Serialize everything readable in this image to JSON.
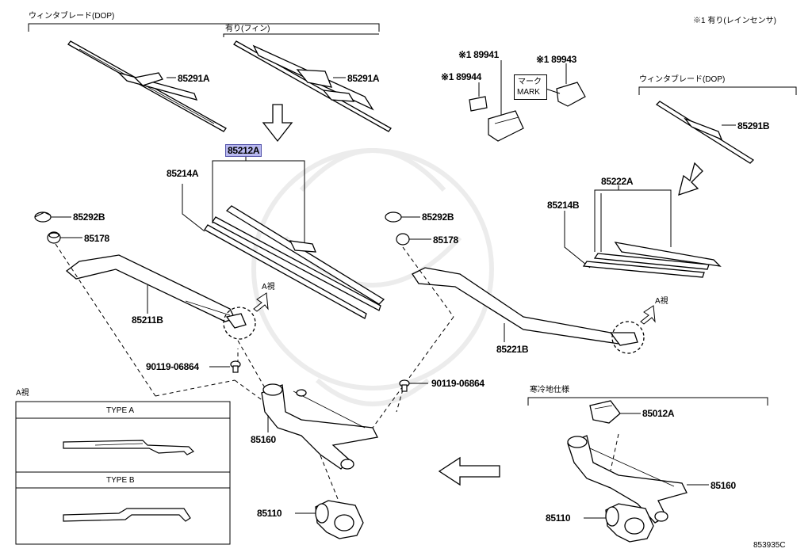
{
  "header": {
    "left_bracket_label": "ウィンタブレード(DOP)",
    "fin_label": "有り(フィン)",
    "note_top_right": "※1 有り(レインセンサ)",
    "right_bracket_label": "ウィンタブレード(DOP)",
    "cold_region_label": "寒冷地仕様"
  },
  "parts": {
    "p85291A_left": "85291A",
    "p85291A_right": "85291A",
    "p85291B": "85291B",
    "p85212A": "85212A",
    "p85214A": "85214A",
    "p85222A": "85222A",
    "p85214B": "85214B",
    "p85292B_left": "85292B",
    "p85178_left": "85178",
    "p85292B_right": "85292B",
    "p85178_right": "85178",
    "p85211B": "85211B",
    "p85221B": "85221B",
    "bolt_left": "90119-06864",
    "bolt_right": "90119-06864",
    "p85160_left": "85160",
    "p85160_right": "85160",
    "p85110_left": "85110",
    "p85110_right": "85110",
    "p85012A": "85012A",
    "p89941": "※1 89941",
    "p89944": "※1 89944",
    "p89943": "※1 89943",
    "mark_label_1": "マーク",
    "mark_label_2": "MARK"
  },
  "view": {
    "view_a_left": "A視",
    "view_a_right": "A視",
    "inset_title": "A視",
    "type_a": "TYPE A",
    "type_b": "TYPE B"
  },
  "footer": {
    "drawing_number": "853935C"
  }
}
